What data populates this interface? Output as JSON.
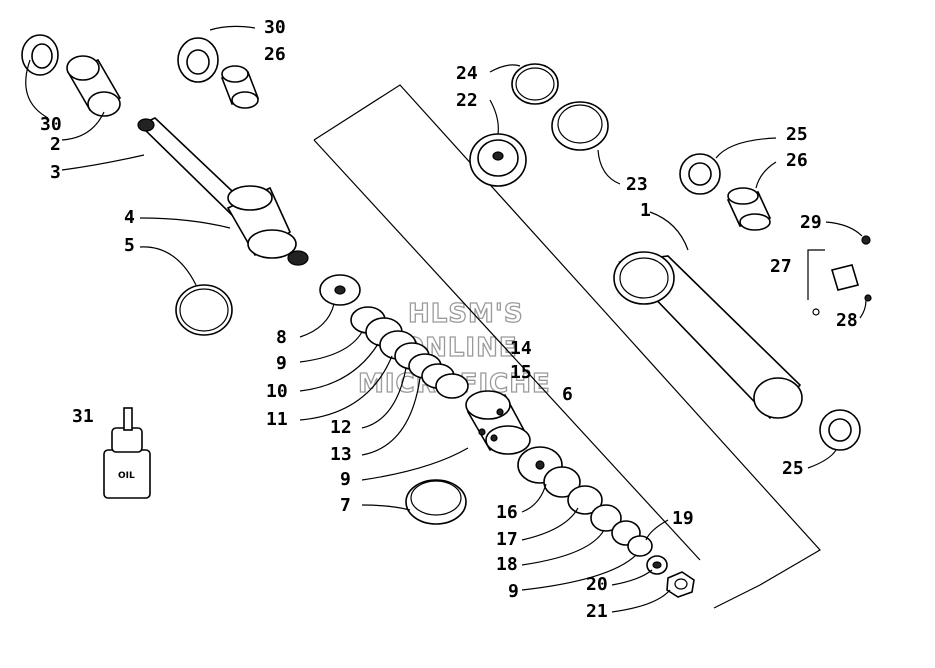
{
  "watermark": {
    "line1": "HLSM'S",
    "line2": "ONLINE",
    "line3": "MICROFICHE"
  },
  "bottle_label": "OIL",
  "callouts": {
    "c30a": "30",
    "c26a": "26",
    "c30b": "30",
    "c2": "2",
    "c3": "3",
    "c4": "4",
    "c5": "5",
    "c8": "8",
    "c9a": "9",
    "c10": "10",
    "c11": "11",
    "c12": "12",
    "c13": "13",
    "c9b": "9",
    "c7": "7",
    "c14": "14",
    "c15": "15",
    "c6": "6",
    "c31": "31",
    "c24": "24",
    "c22": "22",
    "c23": "23",
    "c1": "1",
    "c25a": "25",
    "c26b": "26",
    "c29": "29",
    "c27": "27",
    "c28": "28",
    "c25b": "25",
    "c16": "16",
    "c17": "17",
    "c18": "18",
    "c9c": "9",
    "c19": "19",
    "c20": "20",
    "c21": "21"
  }
}
